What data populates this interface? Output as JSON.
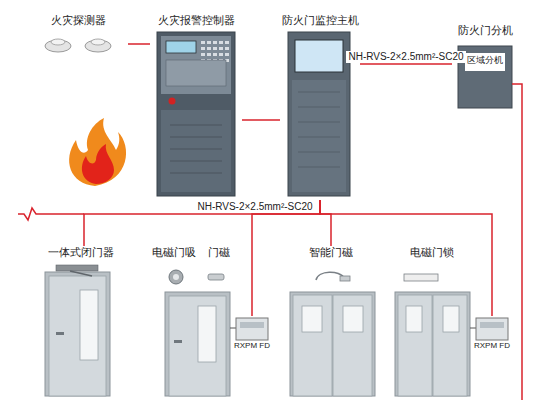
{
  "diagram": {
    "nodes": [
      {
        "text": [
          "火灾探测器"
        ]
      },
      {
        "text": [
          "火灾报警控制器"
        ]
      },
      {
        "text": [
          "防火门监控主机"
        ]
      },
      {
        "text": [
          "防火门分机",
          "区域分机"
        ]
      },
      {
        "text": [
          "一体式闭门器"
        ]
      },
      {
        "text": [
          "电磁门吸",
          "门磁"
        ]
      },
      {
        "text": [
          "RXPM FD"
        ]
      },
      {
        "text": [
          "智能门磁"
        ]
      },
      {
        "text": [
          "电磁门锁"
        ]
      },
      {
        "text": [
          "RXPM FD"
        ]
      }
    ],
    "edges": [
      {
        "from": 0,
        "to": 1,
        "arrow": "none"
      },
      {
        "from": 1,
        "to": 2,
        "arrow": "none"
      },
      {
        "from": 2,
        "to": 3,
        "label": "NH-RVS-2×2.5mm²-SC20",
        "arrow": "none"
      },
      {
        "from": 2,
        "to": 4,
        "label": "NH-RVS-2×2.5mm²-SC20",
        "arrow": "none"
      },
      {
        "from": 2,
        "to": 6,
        "arrow": "none"
      },
      {
        "from": 2,
        "to": 7,
        "arrow": "none"
      },
      {
        "from": 2,
        "to": 9,
        "arrow": "none"
      }
    ]
  }
}
